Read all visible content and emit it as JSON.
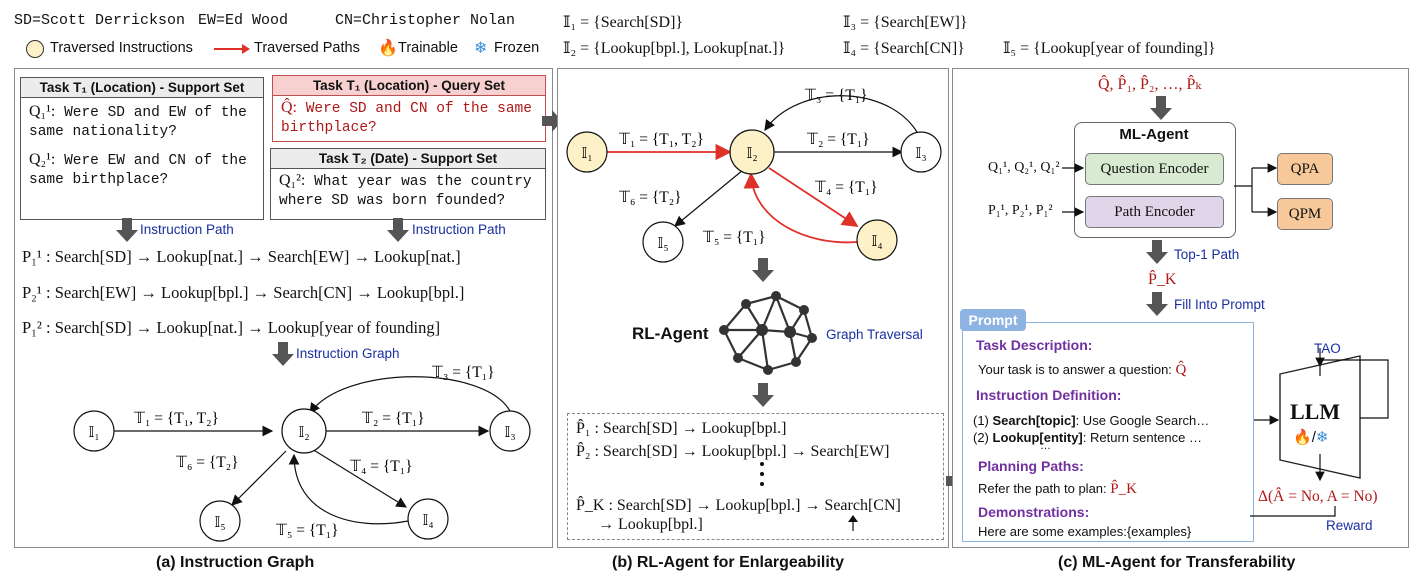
{
  "legend": {
    "abbrev_sd": "SD=Scott Derrickson",
    "abbrev_ew": "EW=Ed Wood",
    "abbrev_cn": "CN=Christopher Nolan",
    "traversed_instructions": "Traversed Instructions",
    "traversed_paths": "Traversed Paths",
    "trainable": "Trainable",
    "frozen": "Frozen"
  },
  "sets": {
    "i1": "𝕀₁ = {Search[SD]}",
    "i2": "𝕀₂ = {Lookup[bpl.], Lookup[nat.]}",
    "i3": "𝕀₃ = {Search[EW]}",
    "i4": "𝕀₄ = {Search[CN]}",
    "i5": "𝕀₅ = {Lookup[year of founding]}"
  },
  "panel_a": {
    "support_title": "Task T₁ (Location) - Support Set",
    "q1_label": "Q₁¹:",
    "q1_text": "Were SD and EW of the same nationality?",
    "q2_label": "Q₂¹:",
    "q2_text": "Were EW and CN of the same birthplace?",
    "query_title": "Task T₁ (Location) - Query Set",
    "query_label": "Q̂:",
    "query_text": "Were SD and CN of the same birthplace?",
    "date_title": "Task T₂ (Date) - Support Set",
    "date_label": "Q₁²:",
    "date_text": "What year was the country where SD was born founded?",
    "instruction_path_1": "Instruction Path",
    "instruction_path_2": "Instruction Path",
    "p1": "P₁¹ : Search[SD] → Lookup[nat.] → Search[EW] → Lookup[nat.]",
    "p2": "P₂¹ : Search[EW] → Lookup[bpl.] → Search[CN] → Lookup[bpl.]",
    "p3": "P₁² : Search[SD] → Lookup[nat.] → Lookup[year of founding]",
    "instruction_graph": "Instruction Graph",
    "caption": "(a) Instruction Graph"
  },
  "graph_nodes": {
    "n1": "𝕀₁",
    "n2": "𝕀₂",
    "n3": "𝕀₃",
    "n4": "𝕀₄",
    "n5": "𝕀₅"
  },
  "graph_edges": {
    "e1": "𝕋₁ = {T₁, T₂}",
    "e2": "𝕋₂ = {T₁}",
    "e3": "𝕋₃ = {T₁}",
    "e4": "𝕋₄ = {T₁}",
    "e5": "𝕋₅ = {T₁}",
    "e6": "𝕋₆ = {T₂}"
  },
  "panel_b": {
    "rl_agent": "RL-Agent",
    "graph_traversal": "Graph Traversal",
    "path1": "P̂₁ : Search[SD] → Lookup[bpl.]",
    "path2": "P̂₂ : Search[SD] → Lookup[bpl.] → Search[EW]",
    "pathk_a": "P̂_K : Search[SD] → Lookup[bpl.] → Search[CN]",
    "pathk_b": "→ Lookup[bpl.]",
    "caption": "(b) RL-Agent for Enlargeability"
  },
  "panel_c": {
    "input": "Q̂, P̂₁, P̂₂, …, P̂ₖ",
    "ml_agent": "ML-Agent",
    "q_inputs": "Q₁¹, Q₂¹, Q₁²",
    "p_inputs": "P₁¹, P₂¹, P₁²",
    "question_encoder": "Question Encoder",
    "path_encoder": "Path Encoder",
    "qpa": "QPA",
    "qpm": "QPM",
    "top1": "Top-1 Path",
    "pk": "P̂_K",
    "fill": "Fill Into Prompt",
    "prompt_tag": "Prompt",
    "task_desc_h": "Task Description:",
    "task_desc": "Your task is to answer a question: ",
    "task_desc_q": "Q̂",
    "instr_def_h": "Instruction Definition:",
    "instr1_pre": "(1) ",
    "instr1_b": "Search[topic]",
    "instr1_t": ": Use Google Search…",
    "instr2_pre": "(2) ",
    "instr2_b": "Lookup[entity]",
    "instr2_t": ": Return sentence …",
    "ellipsis": "…",
    "plan_h": "Planning Paths:",
    "plan": "Refer the path to plan: ",
    "plan_pk": "P̂_K",
    "demo_h": "Demonstrations:",
    "demo": "Here are some examples:{examples}",
    "tao": "TAO",
    "llm": "LLM",
    "delta": "Δ(Â = No, A = No)",
    "reward": "Reward",
    "caption": "(c) ML-Agent for Transferability"
  },
  "colors": {
    "node_fill": "#fdf1c7",
    "red_path": "#e0302a",
    "query_header": "#f8d0d0",
    "question_encoder": "#d8ebd2",
    "path_encoder": "#e1d5ea",
    "qpa_qpm": "#f7c99a",
    "prompt_border": "#8db3e2"
  }
}
